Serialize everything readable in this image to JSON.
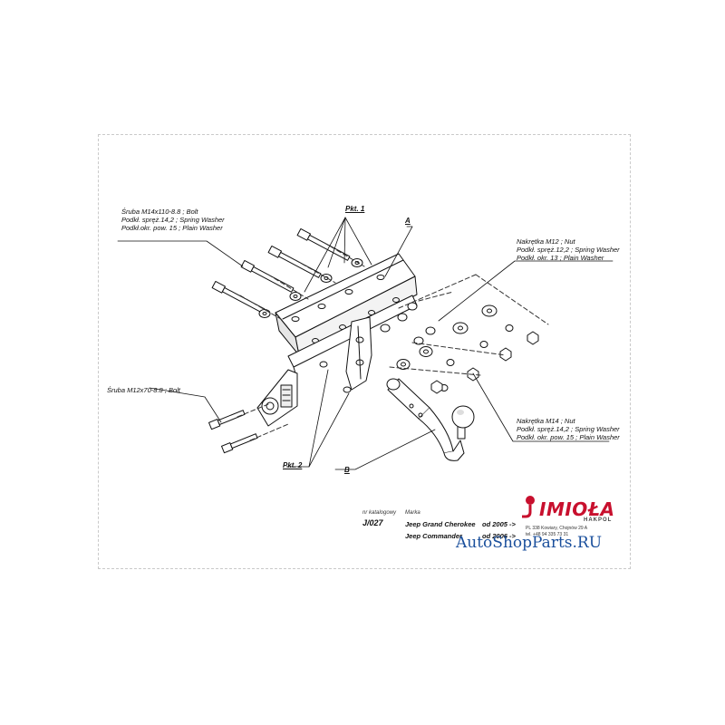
{
  "callouts": {
    "bolt_m14": [
      "Śruba M14x110-8.8 ; Bolt",
      "Podkł. spręż.14,2 ; Spring Washer",
      "Podkł.okr. pow. 15 ; Plain Washer"
    ],
    "nut_m12": [
      "Nakrętka M12 ; Nut",
      "Podkł. spręż.12,2 ; Spring Washer",
      "Podkł. okr. 13 ; Plain Washer"
    ],
    "nut_m14": [
      "Nakrętka M14 ; Nut",
      "Podkł. spręż.14,2 ; Spring Washer",
      "Podkł. okr. pow. 15 ; Plain Washer"
    ],
    "bolt_m12": "Śruba M12x70-8.8 ; Bolt"
  },
  "tags": {
    "pkt1": "Pkt. 1",
    "pkt2": "Pkt. 2",
    "a": "A",
    "b": "B"
  },
  "title_block": {
    "nr_label": "nr katalogowy",
    "nr_value": "J/027",
    "marka_label": "Marka",
    "model1": "Jeep Grand Cherokee",
    "from1": "od 2005 ->",
    "model2": "Jeep Commander",
    "from2": "od 2006 ->"
  },
  "brand": {
    "logo": "IMIOŁA",
    "sub": "HAKPOL",
    "addr1": "PL 338 Kowiary, Chojnów 29 A",
    "addr2": "tel. +48 94 335 73 31",
    "accent": "#c8102e"
  },
  "watermark": {
    "text": "AutoShopParts.RU",
    "color": "#1a4f9c"
  }
}
